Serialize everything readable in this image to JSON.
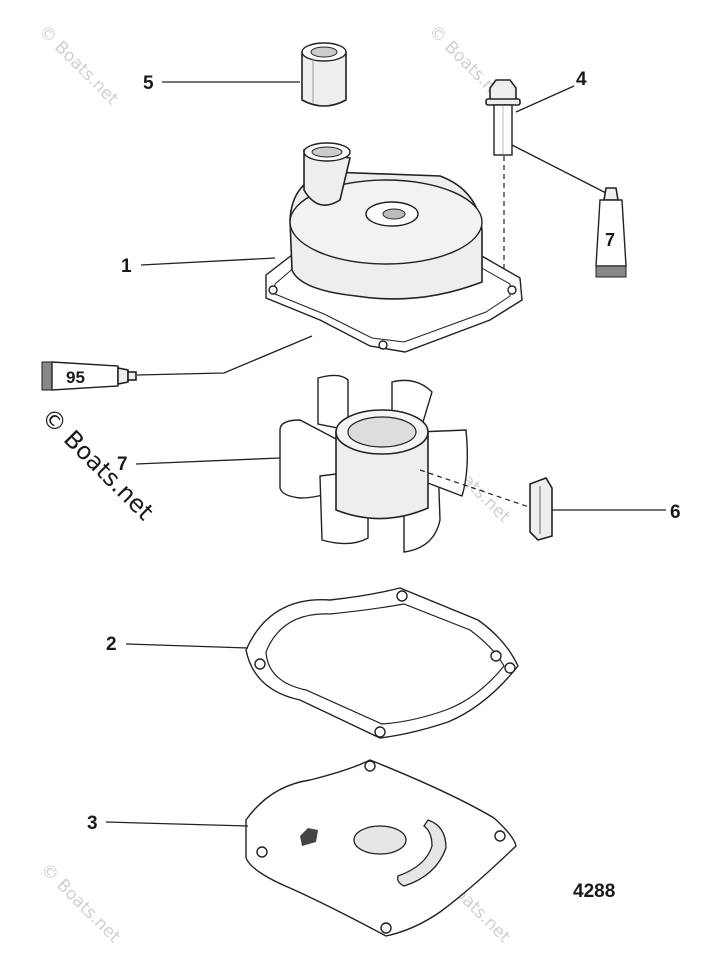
{
  "diagram": {
    "callouts": {
      "c1": "1",
      "c2": "2",
      "c3": "3",
      "c4": "4",
      "c5": "5",
      "c6": "6",
      "c7_impeller": "7",
      "c7_tube": "7",
      "c95_tube": "95"
    },
    "drawing_number": "4288",
    "watermark": "© Boats.net"
  }
}
